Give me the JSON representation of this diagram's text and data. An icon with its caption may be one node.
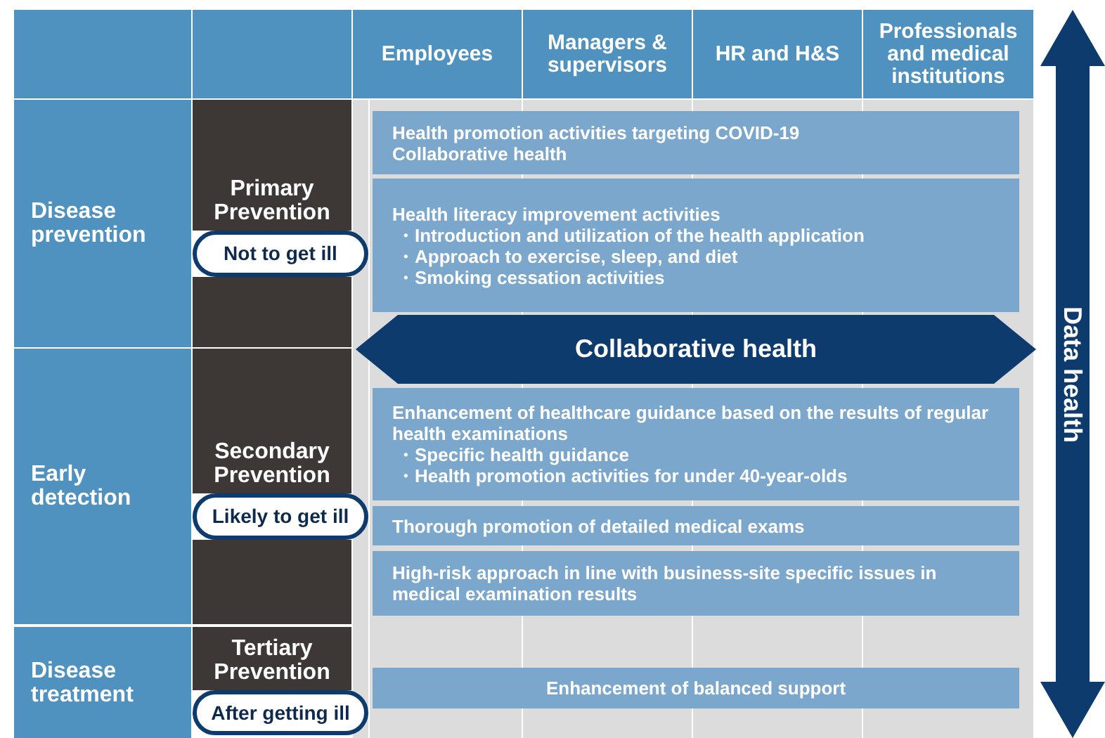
{
  "diagram": {
    "nodes": [
      {
        "text": [],
        "shape": "box"
      },
      {
        "text": [],
        "shape": "box"
      },
      {
        "text": [
          "Employees"
        ]
      },
      {
        "text": [
          "Managers & supervisors"
        ]
      },
      {
        "text": [
          "HR and H&S"
        ]
      },
      {
        "text": [
          "Professionals and medical institutions"
        ]
      },
      {
        "text": [
          "Disease prevention"
        ]
      },
      {
        "text": [
          "Primary Prevention"
        ]
      },
      {
        "text": [
          "Not to get ill"
        ]
      },
      {
        "text": [
          "Health promotion activities targeting COVID-19",
          "Collaborative health"
        ]
      },
      {
        "text": [
          "Health literacy improvement activities",
          "・Introduction and utilization of the health application",
          "・Approach to exercise, sleep, and diet",
          "・Smoking cessation activities"
        ]
      },
      {
        "text": [
          "Collaborative health"
        ]
      },
      {
        "text": [
          "Early detection"
        ]
      },
      {
        "text": [
          "Secondary Prevention"
        ]
      },
      {
        "text": [
          "Likely to get ill"
        ]
      },
      {
        "text": [
          "Enhancement of healthcare guidance based on the results of regular health examinations",
          "・Specific health guidance",
          "・Health promotion activities for under 40-year-olds"
        ]
      },
      {
        "text": [
          "Thorough promotion of detailed medical exams"
        ]
      },
      {
        "text": [
          "High-risk approach in line with business-site specific issues in medical examination results"
        ]
      },
      {
        "text": [
          "Disease treatment"
        ]
      },
      {
        "text": [
          "Tertiary Prevention"
        ]
      },
      {
        "text": [
          "After getting ill"
        ]
      },
      {
        "text": [
          "Enhancement of balanced support"
        ]
      },
      {
        "text": [
          "Data health"
        ]
      }
    ]
  }
}
